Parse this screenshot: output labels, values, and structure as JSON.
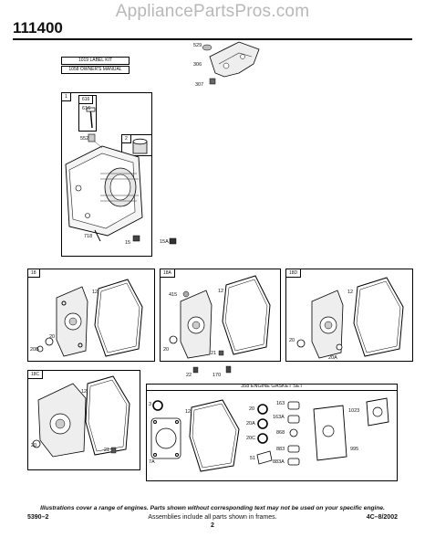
{
  "header": {
    "watermark": "AppliancePartsPros.com",
    "model_number": "111400"
  },
  "kits": {
    "label_kit": "1019 LABEL KIT",
    "manual": "1058 OWNER'S MANUAL"
  },
  "panels": {
    "cylinder": {
      "tag": "1",
      "sub_tag_616": "616",
      "sub_tag_2": "2",
      "labels": [
        "616",
        "552",
        "718",
        "15",
        "15A"
      ]
    },
    "shroud": {
      "labels": [
        "529",
        "306",
        "307"
      ]
    },
    "p18": {
      "tag": "18",
      "labels": [
        "12",
        "20B",
        "20"
      ]
    },
    "p18a": {
      "tag": "18A",
      "labels": [
        "415",
        "12",
        "20",
        "21",
        "22",
        "170"
      ]
    },
    "p18d": {
      "tag": "18D",
      "labels": [
        "12",
        "20",
        "20A"
      ]
    },
    "p18c": {
      "tag": "18C",
      "labels": [
        "12",
        "20",
        "21"
      ]
    },
    "gasket_set": {
      "title": "358 ENGINE GASKET SET",
      "labels": [
        "3",
        "12",
        "7A",
        "20",
        "20A",
        "20C",
        "51",
        "163",
        "163A",
        "868",
        "883",
        "883A",
        "1023",
        "995"
      ]
    }
  },
  "footer": {
    "note": "Illustrations cover a range of engines. Parts shown without corresponding text may not be used on your specific engine.",
    "left": "5390–2",
    "middle": "Assemblies include all parts shown in frames.",
    "right": "4C–8/2002",
    "page": "2"
  }
}
